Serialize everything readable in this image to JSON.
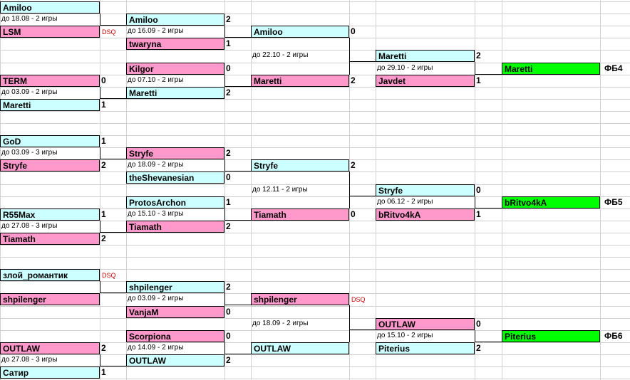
{
  "colors": {
    "cyan": "#ccffff",
    "pink": "#ff99cc",
    "green": "#00ff00",
    "dsq": "#cc0000"
  },
  "cells": [
    {
      "r": 0,
      "c": 0,
      "t": "Amiloo",
      "k": "pl",
      "col": "cy"
    },
    {
      "r": 1,
      "c": 0,
      "t": "до 18.08 - 2 игры",
      "k": "tx"
    },
    {
      "r": 1,
      "c": 2,
      "t": "Amiloo",
      "k": "pl",
      "col": "cy"
    },
    {
      "r": 1,
      "c": 3,
      "t": "2",
      "k": "nb"
    },
    {
      "r": 2,
      "c": 0,
      "t": "LSM",
      "k": "pl",
      "col": "pk"
    },
    {
      "r": 2,
      "c": 1,
      "t": "DSQ",
      "k": "dq"
    },
    {
      "r": 2,
      "c": 2,
      "t": "до 16.09 - 2 игры",
      "k": "tx"
    },
    {
      "r": 2,
      "c": 4,
      "t": "Amiloo",
      "k": "pl",
      "col": "cy"
    },
    {
      "r": 2,
      "c": 5,
      "t": "0",
      "k": "nb"
    },
    {
      "r": 3,
      "c": 2,
      "t": "twaryna",
      "k": "pl",
      "col": "pk"
    },
    {
      "r": 3,
      "c": 3,
      "t": "1",
      "k": "nb"
    },
    {
      "r": 4,
      "c": 4,
      "t": "до 22.10 - 2 игры",
      "k": "tx"
    },
    {
      "r": 4,
      "c": 6,
      "t": "Maretti",
      "k": "pl",
      "col": "cy"
    },
    {
      "r": 4,
      "c": 7,
      "t": "2",
      "k": "nb"
    },
    {
      "r": 5,
      "c": 2,
      "t": "Kilgor",
      "k": "pl",
      "col": "pk"
    },
    {
      "r": 5,
      "c": 3,
      "t": "0",
      "k": "nb"
    },
    {
      "r": 5,
      "c": 6,
      "t": "до 29.10 - 2 игры",
      "k": "tx"
    },
    {
      "r": 5,
      "c": 8,
      "t": "Maretti",
      "k": "pl",
      "col": "gr"
    },
    {
      "r": 5,
      "c": 9,
      "t": "ФБ4",
      "k": "fb"
    },
    {
      "r": 6,
      "c": 0,
      "t": "TERM",
      "k": "pl",
      "col": "pk"
    },
    {
      "r": 6,
      "c": 1,
      "t": "0",
      "k": "nb"
    },
    {
      "r": 6,
      "c": 2,
      "t": "до 07.10 - 2 игры",
      "k": "tx"
    },
    {
      "r": 6,
      "c": 4,
      "t": "Maretti",
      "k": "pl",
      "col": "pk"
    },
    {
      "r": 6,
      "c": 5,
      "t": "2",
      "k": "nb"
    },
    {
      "r": 6,
      "c": 6,
      "t": "Javdet",
      "k": "pl",
      "col": "pk"
    },
    {
      "r": 6,
      "c": 7,
      "t": "1",
      "k": "nb"
    },
    {
      "r": 7,
      "c": 0,
      "t": "до 03.09 - 2 игры",
      "k": "tx"
    },
    {
      "r": 7,
      "c": 2,
      "t": "Maretti",
      "k": "pl",
      "col": "cy"
    },
    {
      "r": 7,
      "c": 3,
      "t": "2",
      "k": "nb"
    },
    {
      "r": 8,
      "c": 0,
      "t": "Maretti",
      "k": "pl",
      "col": "cy"
    },
    {
      "r": 8,
      "c": 1,
      "t": "1",
      "k": "nb"
    },
    {
      "r": 11,
      "c": 0,
      "t": "GoD",
      "k": "pl",
      "col": "cy"
    },
    {
      "r": 11,
      "c": 1,
      "t": "1",
      "k": "nb"
    },
    {
      "r": 12,
      "c": 0,
      "t": "до 03.09 - 3 игры",
      "k": "tx"
    },
    {
      "r": 12,
      "c": 2,
      "t": "Stryfe",
      "k": "pl",
      "col": "pk"
    },
    {
      "r": 12,
      "c": 3,
      "t": "2",
      "k": "nb"
    },
    {
      "r": 13,
      "c": 0,
      "t": "Stryfe",
      "k": "pl",
      "col": "pk"
    },
    {
      "r": 13,
      "c": 1,
      "t": "2",
      "k": "nb"
    },
    {
      "r": 13,
      "c": 2,
      "t": "до 18.09 - 2 игры",
      "k": "tx"
    },
    {
      "r": 13,
      "c": 4,
      "t": "Stryfe",
      "k": "pl",
      "col": "cy"
    },
    {
      "r": 13,
      "c": 5,
      "t": "2",
      "k": "nb"
    },
    {
      "r": 14,
      "c": 2,
      "t": "theShevanesian",
      "k": "pl",
      "col": "cy"
    },
    {
      "r": 14,
      "c": 3,
      "t": "0",
      "k": "nb"
    },
    {
      "r": 15,
      "c": 4,
      "t": "до 12.11 - 2 игры",
      "k": "tx"
    },
    {
      "r": 15,
      "c": 6,
      "t": "Stryfe",
      "k": "pl",
      "col": "cy"
    },
    {
      "r": 15,
      "c": 7,
      "t": "0",
      "k": "nb"
    },
    {
      "r": 16,
      "c": 2,
      "t": "ProtosArchon",
      "k": "pl",
      "col": "cy"
    },
    {
      "r": 16,
      "c": 3,
      "t": "1",
      "k": "nb"
    },
    {
      "r": 16,
      "c": 6,
      "t": "до 06.12 - 2 игры",
      "k": "tx"
    },
    {
      "r": 16,
      "c": 8,
      "t": "bRitvo4kA",
      "k": "pl",
      "col": "gr"
    },
    {
      "r": 16,
      "c": 9,
      "t": "ФБ5",
      "k": "fb"
    },
    {
      "r": 17,
      "c": 0,
      "t": "R55Max",
      "k": "pl",
      "col": "cy"
    },
    {
      "r": 17,
      "c": 1,
      "t": "1",
      "k": "nb"
    },
    {
      "r": 17,
      "c": 2,
      "t": "до 15.10 - 3 игры",
      "k": "tx"
    },
    {
      "r": 17,
      "c": 4,
      "t": "Tiamath",
      "k": "pl",
      "col": "pk"
    },
    {
      "r": 17,
      "c": 5,
      "t": "0",
      "k": "nb"
    },
    {
      "r": 17,
      "c": 6,
      "t": "bRitvo4kA",
      "k": "pl",
      "col": "pk"
    },
    {
      "r": 17,
      "c": 7,
      "t": "1",
      "k": "nb"
    },
    {
      "r": 18,
      "c": 0,
      "t": "до 27.08 - 3 игры",
      "k": "tx"
    },
    {
      "r": 18,
      "c": 2,
      "t": "Tiamath",
      "k": "pl",
      "col": "pk"
    },
    {
      "r": 18,
      "c": 3,
      "t": "2",
      "k": "nb"
    },
    {
      "r": 19,
      "c": 0,
      "t": "Tiamath",
      "k": "pl",
      "col": "pk"
    },
    {
      "r": 19,
      "c": 1,
      "t": "2",
      "k": "nb"
    },
    {
      "r": 22,
      "c": 0,
      "t": "злой_романтик",
      "k": "pl",
      "col": "cy"
    },
    {
      "r": 22,
      "c": 1,
      "t": "DSQ",
      "k": "dq"
    },
    {
      "r": 23,
      "c": 2,
      "t": "shpilenger",
      "k": "pl",
      "col": "cy"
    },
    {
      "r": 23,
      "c": 3,
      "t": "2",
      "k": "nb"
    },
    {
      "r": 24,
      "c": 0,
      "t": "shpilenger",
      "k": "pl",
      "col": "pk"
    },
    {
      "r": 24,
      "c": 2,
      "t": "до 03.09 - 2 игры",
      "k": "tx"
    },
    {
      "r": 24,
      "c": 4,
      "t": "shpilenger",
      "k": "pl",
      "col": "pk"
    },
    {
      "r": 24,
      "c": 5,
      "t": "DSQ",
      "k": "dq"
    },
    {
      "r": 25,
      "c": 2,
      "t": "VanjaM",
      "k": "pl",
      "col": "pk"
    },
    {
      "r": 25,
      "c": 3,
      "t": "0",
      "k": "nb"
    },
    {
      "r": 26,
      "c": 4,
      "t": "до 18.09 - 2 игры",
      "k": "tx"
    },
    {
      "r": 26,
      "c": 6,
      "t": "OUTLAW",
      "k": "pl",
      "col": "pk"
    },
    {
      "r": 26,
      "c": 7,
      "t": "0",
      "k": "nb"
    },
    {
      "r": 27,
      "c": 2,
      "t": "Scorpiona",
      "k": "pl",
      "col": "pk"
    },
    {
      "r": 27,
      "c": 3,
      "t": "0",
      "k": "nb"
    },
    {
      "r": 27,
      "c": 6,
      "t": "до 15.10 - 2 игры",
      "k": "tx"
    },
    {
      "r": 27,
      "c": 8,
      "t": "Piterius",
      "k": "pl",
      "col": "gr"
    },
    {
      "r": 27,
      "c": 9,
      "t": "ФБ6",
      "k": "fb"
    },
    {
      "r": 28,
      "c": 0,
      "t": "OUTLAW",
      "k": "pl",
      "col": "pk"
    },
    {
      "r": 28,
      "c": 1,
      "t": "2",
      "k": "nb"
    },
    {
      "r": 28,
      "c": 2,
      "t": "до 14.09 - 2 игры",
      "k": "tx"
    },
    {
      "r": 28,
      "c": 4,
      "t": "OUTLAW",
      "k": "pl",
      "col": "cy"
    },
    {
      "r": 28,
      "c": 6,
      "t": "Piterius",
      "k": "pl",
      "col": "cy"
    },
    {
      "r": 28,
      "c": 7,
      "t": "2",
      "k": "nb"
    },
    {
      "r": 29,
      "c": 0,
      "t": "до 27.08 - 3 игры",
      "k": "tx"
    },
    {
      "r": 29,
      "c": 2,
      "t": "OUTLAW",
      "k": "pl",
      "col": "cy"
    },
    {
      "r": 29,
      "c": 3,
      "t": "2",
      "k": "nb"
    },
    {
      "r": 30,
      "c": 0,
      "t": "Сатир",
      "k": "pl",
      "col": "cy"
    },
    {
      "r": 30,
      "c": 1,
      "t": "1",
      "k": "nb"
    }
  ]
}
